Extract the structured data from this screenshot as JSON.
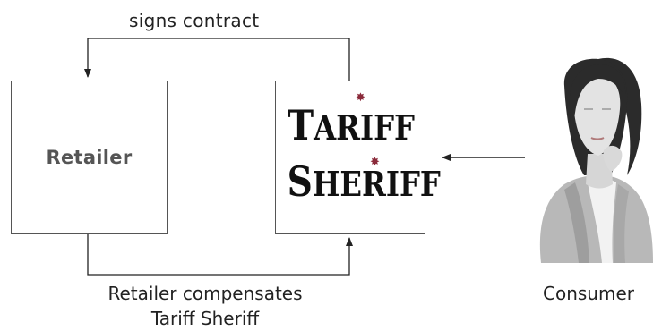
{
  "diagram": {
    "top_flow_label": "signs contract",
    "bottom_flow_label_line1": "Retailer compensates",
    "bottom_flow_label_line2": "Tariff Sheriff",
    "retailer_box_label": "Retailer",
    "sheriff_logo": {
      "line1_initial": "T",
      "line1_rest": "ARIFF",
      "line2_initial": "S",
      "line2_rest": "HERIFF",
      "star_glyph": "✸"
    },
    "consumer_label": "Consumer"
  },
  "colors": {
    "line": "#222222",
    "box_border": "#555555",
    "retailer_text": "#555555",
    "logo_text": "#111111",
    "logo_star": "#8a2a3a",
    "hair": "#2b2b2b",
    "skin": "#e3e3e3",
    "jacket": "#b8b8b8"
  },
  "icons": {
    "consumer": "woman-avatar-icon"
  }
}
